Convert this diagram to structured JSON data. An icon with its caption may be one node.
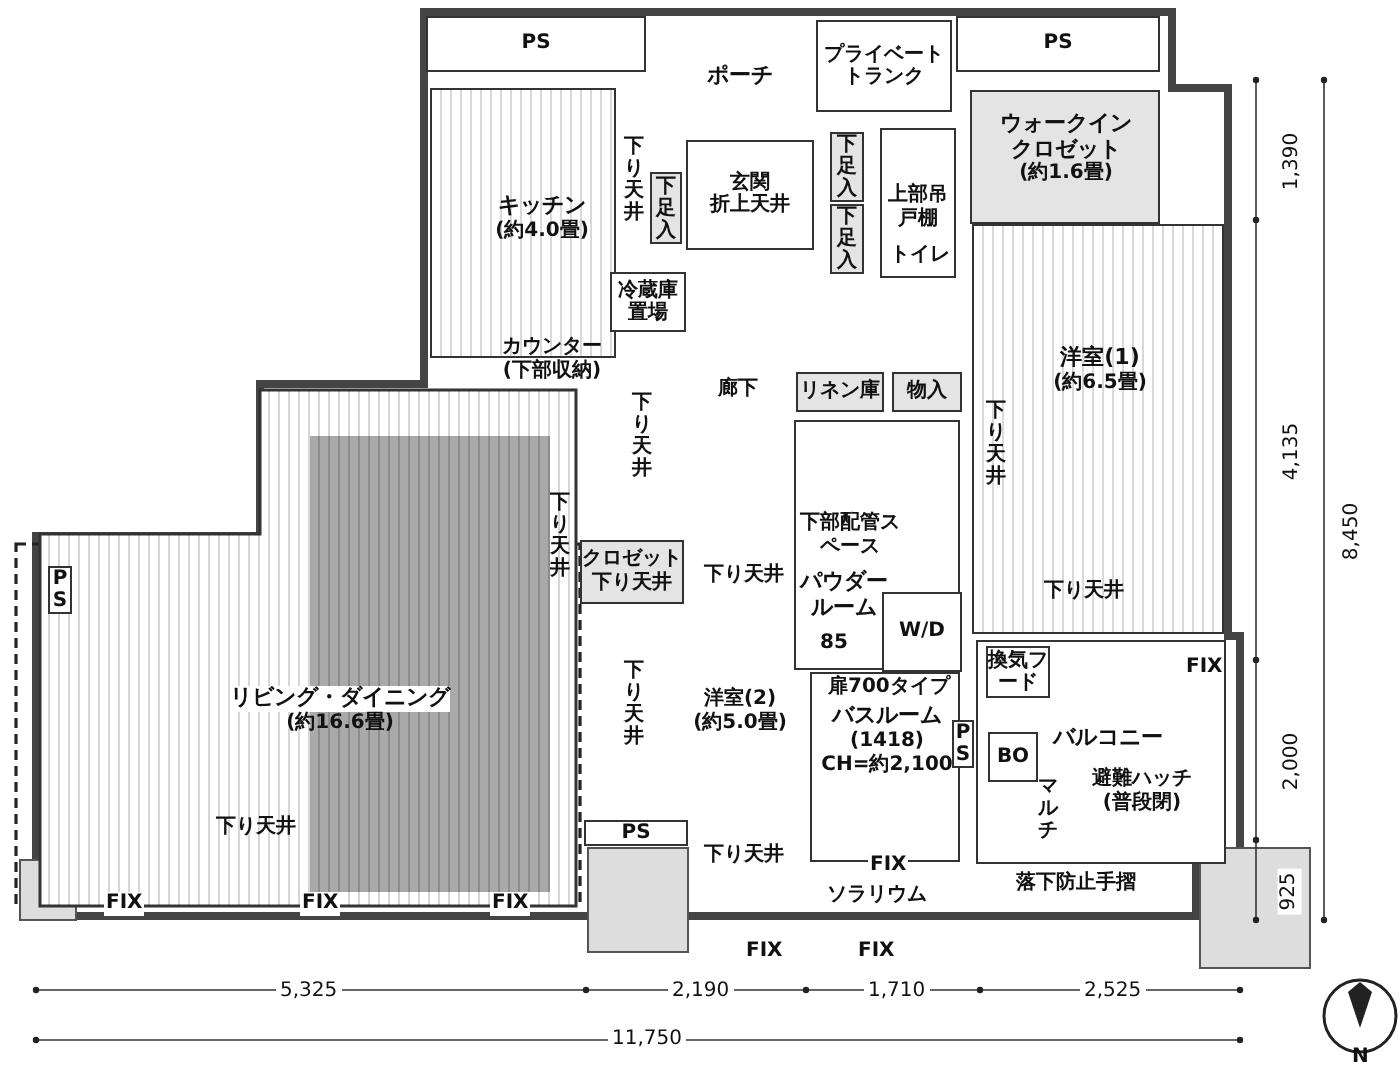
{
  "diagram": {
    "nodes": [
      {
        "text": [
          "PS"
        ]
      },
      {
        "text": [
          "ポーチ"
        ]
      },
      {
        "text": [
          "プライベートトランク"
        ]
      },
      {
        "text": [
          "PS"
        ]
      },
      {
        "text": [
          "キッチン",
          "(約4.0畳)"
        ]
      },
      {
        "text": [
          "玄関",
          "折上天井"
        ]
      },
      {
        "text": [
          "下足入"
        ]
      },
      {
        "text": [
          "下足入"
        ]
      },
      {
        "text": [
          "下足入"
        ]
      },
      {
        "text": [
          "トイレ"
        ]
      },
      {
        "text": [
          "ウォークインクロゼット",
          "(約1.6畳)"
        ]
      },
      {
        "text": [
          "洋室(1)",
          "(約6.5畳)"
        ]
      },
      {
        "text": [
          "冷蔵庫置場"
        ]
      },
      {
        "text": [
          "廊下"
        ]
      },
      {
        "text": [
          "リネン庫"
        ]
      },
      {
        "text": [
          "物入"
        ]
      },
      {
        "text": [
          "パウダールーム"
        ]
      },
      {
        "text": [
          "クロゼット",
          "下り天井"
        ]
      },
      {
        "text": [
          "リビング・ダイニング",
          "(約16.6畳)"
        ]
      },
      {
        "text": [
          "PS"
        ],
        "in": 18
      },
      {
        "text": [
          "洋室(2)",
          "(約5.0畳)"
        ]
      },
      {
        "text": [
          "バスルーム",
          "(1418)",
          "CH=約2,100"
        ]
      },
      {
        "text": [
          "バルコニー"
        ]
      },
      {
        "text": [
          "ソラリウム"
        ]
      },
      {
        "text": [
          "PS"
        ]
      },
      {
        "text": [
          "PS"
        ]
      },
      {
        "text": [
          "W/D"
        ],
        "in": 16
      },
      {
        "text": [
          "BO"
        ],
        "in": 22
      },
      {
        "text": [
          "換気フード"
        ],
        "in": 22
      }
    ],
    "labels": [
      "下り天井",
      "上部吊戸棚",
      "カウンター(下部収納)",
      "下り天井",
      "下り天井",
      "下り天井",
      "下部配管スペース",
      "下り天井",
      "下り天井",
      "85",
      "FIX",
      "扉700タイプ",
      "下り天井",
      "マルチ",
      "避難ハッチ(普段閉)",
      "下り天井",
      "下り天井",
      "FIX",
      "落下防止手摺",
      "FIX",
      "FIX",
      "FIX",
      "FIX",
      "FIX",
      "1,390",
      "4,135",
      "8,450",
      "2,000",
      "925",
      "5,325",
      "2,190",
      "1,710",
      "2,525",
      "11,750",
      "N"
    ]
  }
}
